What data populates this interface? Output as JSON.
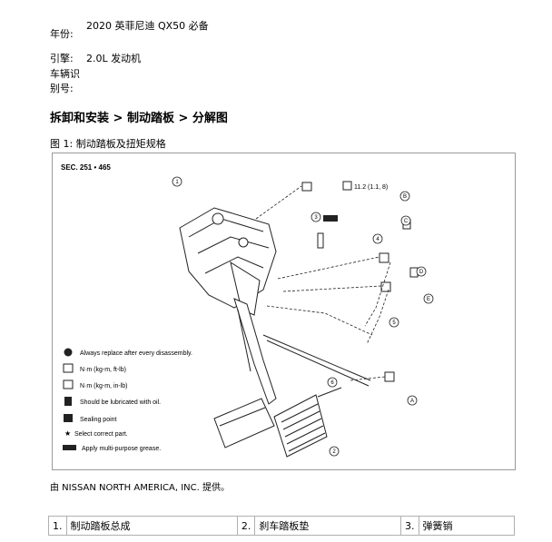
{
  "meta": {
    "year_label": "年份:",
    "year_value": "2020 英菲尼迪 QX50 必备",
    "engine_label": "引擎:",
    "engine_value": "2.0L 发动机",
    "vin_label_1": "车辆识",
    "vin_label_2": "别号:"
  },
  "heading": "拆卸和安装 > 制动踏板 > 分解图",
  "figure_caption": "图 1:  制动踏板及扭矩规格",
  "diagram": {
    "sec": "SEC. 251 • 465",
    "torque": "11.2 (1.1, 8)",
    "callouts": [
      "1",
      "2",
      "3",
      "4",
      "5",
      "6",
      "A",
      "B",
      "C",
      "D",
      "E"
    ],
    "legend": [
      {
        "icon": "replace-icon",
        "text": "Always replace after every disassembly."
      },
      {
        "icon": "torque-ftlb-icon",
        "text": "N·m (kg-m, ft-lb)"
      },
      {
        "icon": "torque-inlb-icon",
        "text": "N·m (kg-m, in-lb)"
      },
      {
        "icon": "oil-icon",
        "text": "Should be lubricated with oil."
      },
      {
        "icon": "sealing-point-icon",
        "text": "Sealing point"
      },
      {
        "icon": "star-icon",
        "text": "Select correct part."
      },
      {
        "icon": "grease-icon",
        "text": "Apply multi-purpose grease."
      }
    ]
  },
  "credit": "由 NISSAN NORTH AMERICA, INC. 提供。",
  "parts_table": [
    [
      "1.",
      "制动踏板总成",
      "2.",
      "刹车踏板垫",
      "3.",
      "弹簧销"
    ]
  ]
}
